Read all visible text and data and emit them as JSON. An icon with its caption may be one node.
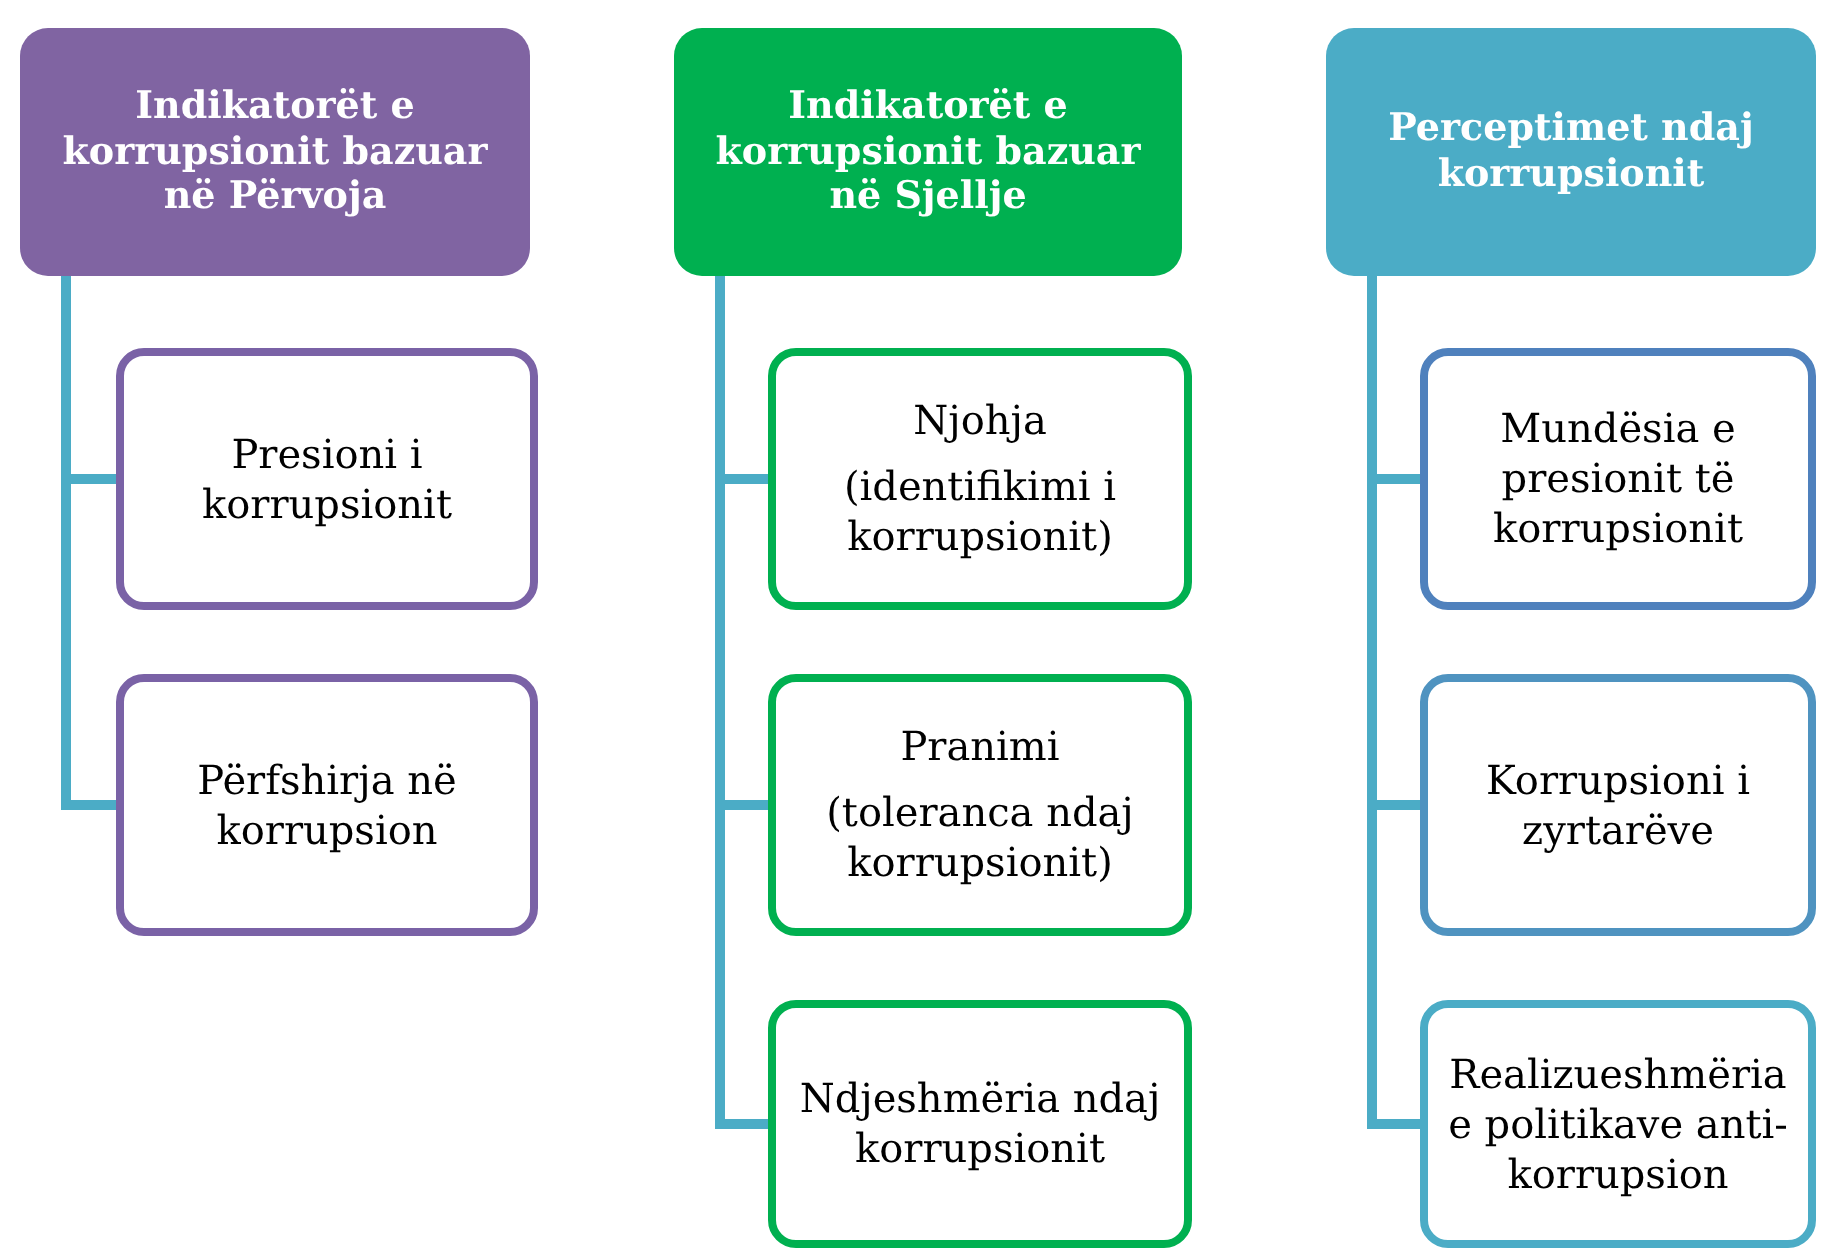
{
  "diagram": {
    "nodes": [
      {
        "text": [
          "Indikatorët e korrupsionit bazuar në Përvoja"
        ]
      },
      {
        "text": [
          "Presioni i korrupsionit"
        ]
      },
      {
        "text": [
          "Përfshirja në korrupsion"
        ]
      },
      {
        "text": [
          "Indikatorët e korrupsionit bazuar në Sjellje"
        ]
      },
      {
        "text": [
          "Njohja",
          "(identifikimi i korrupsionit)"
        ]
      },
      {
        "text": [
          "Pranimi",
          "(toleranca ndaj korrupsionit)"
        ]
      },
      {
        "text": [
          "Ndjeshmëria ndaj korrupsionit"
        ]
      },
      {
        "text": [
          "Perceptimet ndaj korrupsionit"
        ]
      },
      {
        "text": [
          "Mundësia e presionit të korrupsionit"
        ]
      },
      {
        "text": [
          "Korrupsioni i zyrtarëve"
        ]
      },
      {
        "text": [
          "Realizueshmëria e politikave anti-korrupsion"
        ]
      }
    ],
    "edges": [
      {
        "from": 0,
        "to": 1,
        "arrow": "none"
      },
      {
        "from": 0,
        "to": 2,
        "arrow": "none"
      },
      {
        "from": 3,
        "to": 4,
        "arrow": "none"
      },
      {
        "from": 3,
        "to": 5,
        "arrow": "none"
      },
      {
        "from": 3,
        "to": 6,
        "arrow": "none"
      },
      {
        "from": 7,
        "to": 8,
        "arrow": "none"
      },
      {
        "from": 7,
        "to": 9,
        "arrow": "none"
      },
      {
        "from": 7,
        "to": 10,
        "arrow": "none"
      }
    ]
  }
}
